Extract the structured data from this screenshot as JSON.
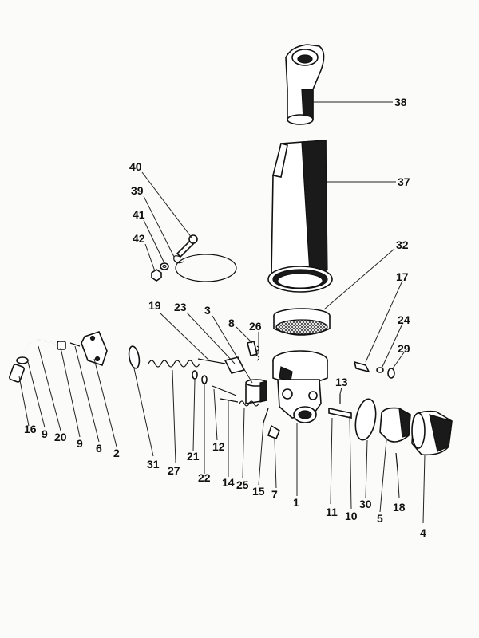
{
  "callouts": [
    {
      "id": "38",
      "text": "38"
    },
    {
      "id": "37",
      "text": "37"
    },
    {
      "id": "40",
      "text": "40"
    },
    {
      "id": "39",
      "text": "39"
    },
    {
      "id": "41",
      "text": "41"
    },
    {
      "id": "42",
      "text": "42"
    },
    {
      "id": "32",
      "text": "32"
    },
    {
      "id": "17",
      "text": "17"
    },
    {
      "id": "19",
      "text": "19"
    },
    {
      "id": "23",
      "text": "23"
    },
    {
      "id": "3",
      "text": "3"
    },
    {
      "id": "8",
      "text": "8"
    },
    {
      "id": "26",
      "text": "26"
    },
    {
      "id": "24",
      "text": "24"
    },
    {
      "id": "29",
      "text": "29"
    },
    {
      "id": "13",
      "text": "13"
    },
    {
      "id": "16",
      "text": "16"
    },
    {
      "id": "9a",
      "text": "9"
    },
    {
      "id": "20",
      "text": "20"
    },
    {
      "id": "9b",
      "text": "9"
    },
    {
      "id": "6",
      "text": "6"
    },
    {
      "id": "2",
      "text": "2"
    },
    {
      "id": "31",
      "text": "31"
    },
    {
      "id": "27",
      "text": "27"
    },
    {
      "id": "21",
      "text": "21"
    },
    {
      "id": "12",
      "text": "12"
    },
    {
      "id": "22",
      "text": "22"
    },
    {
      "id": "14",
      "text": "14"
    },
    {
      "id": "25",
      "text": "25"
    },
    {
      "id": "15",
      "text": "15"
    },
    {
      "id": "7",
      "text": "7"
    },
    {
      "id": "1",
      "text": "1"
    },
    {
      "id": "11",
      "text": "11"
    },
    {
      "id": "10",
      "text": "10"
    },
    {
      "id": "30",
      "text": "30"
    },
    {
      "id": "5",
      "text": "5"
    },
    {
      "id": "18",
      "text": "18"
    },
    {
      "id": "4",
      "text": "4"
    }
  ]
}
